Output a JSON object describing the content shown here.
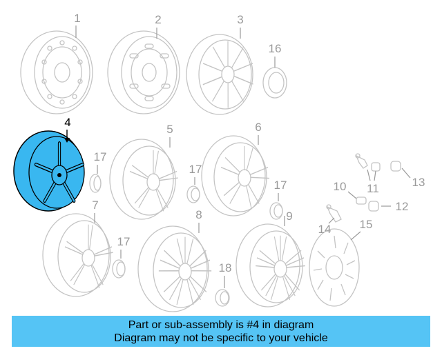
{
  "callouts": {
    "n1": "1",
    "n2": "2",
    "n3": "3",
    "n4": "4",
    "n5": "5",
    "n6": "6",
    "n7": "7",
    "n8": "8",
    "n9": "9",
    "n10": "10",
    "n11": "11",
    "n12": "12",
    "n13": "13",
    "n14": "14",
    "n15": "15",
    "n16": "16",
    "n17a": "17",
    "n17b": "17",
    "n17c": "17",
    "n17d": "17",
    "n18": "18"
  },
  "banner": {
    "line1": "Part or sub-assembly is #4 in diagram",
    "line2": "Diagram may not be specific to your vehicle"
  },
  "colors": {
    "highlight_fill": "#39b7f0",
    "banner_background": "#55c4f5",
    "part_outline": "#c4c4c4",
    "callout_text": "#9a9a9a"
  }
}
